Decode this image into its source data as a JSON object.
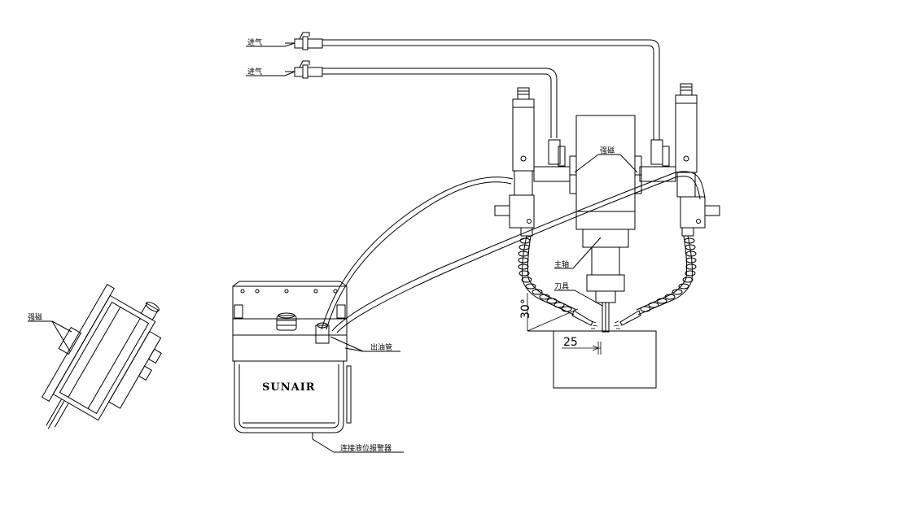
{
  "labels": {
    "air_inlet_1": "进气",
    "air_inlet_2": "进气",
    "magnet_top": "强磁",
    "magnet_left": "强磁",
    "spindle": "主轴",
    "tool": "刀具",
    "oil_outlet_pipe": "出油管",
    "level_alarm": "连接液位报警器",
    "brand": "SUNAIR"
  },
  "dimensions": {
    "angle": "30°",
    "offset": "25"
  },
  "colors": {
    "line": "#000000",
    "background": "#ffffff"
  }
}
